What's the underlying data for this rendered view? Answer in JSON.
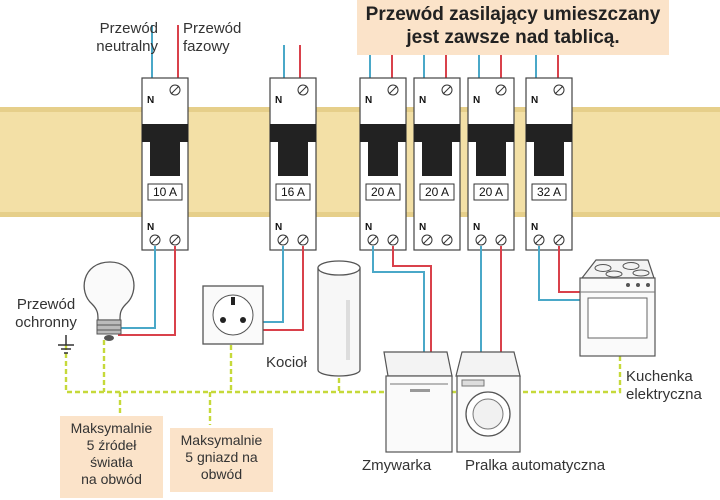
{
  "headline": {
    "line1": "Przewód zasilający umieszczany",
    "line2": "jest zawsze nad tablicą."
  },
  "labels": {
    "neutral_1": "Przewód",
    "neutral_2": "neutralny",
    "phase_1": "Przewód",
    "phase_2": "fazowy",
    "ground_1": "Przewód",
    "ground_2": "ochronny",
    "boiler": "Kocioł",
    "stove_1": "Kuchenka",
    "stove_2": "elektryczna",
    "dishwasher": "Zmywarka",
    "washer": "Pralka automatyczna"
  },
  "notes": {
    "lights": [
      "Maksymalnie",
      "5 źródeł",
      "światła",
      "na obwód"
    ],
    "sockets": [
      "Maksymalnie",
      "5 gniazd na",
      "obwód"
    ]
  },
  "breakers": [
    {
      "rating": "10 A",
      "terminal_mark": "N"
    },
    {
      "rating": "16 A",
      "terminal_mark": "N"
    },
    {
      "rating": "20 A",
      "terminal_mark": "N"
    },
    {
      "rating": "20 A",
      "terminal_mark": "N"
    },
    {
      "rating": "20 A",
      "terminal_mark": "N"
    },
    {
      "rating": "32 A",
      "terminal_mark": "N"
    }
  ],
  "colors": {
    "rail": "#f3e0a6",
    "neutral_wire": "#4aa8c8",
    "phase_wire": "#d9414b",
    "ground_wire": "#c6d93a",
    "note_bg": "#fbe3c9"
  }
}
